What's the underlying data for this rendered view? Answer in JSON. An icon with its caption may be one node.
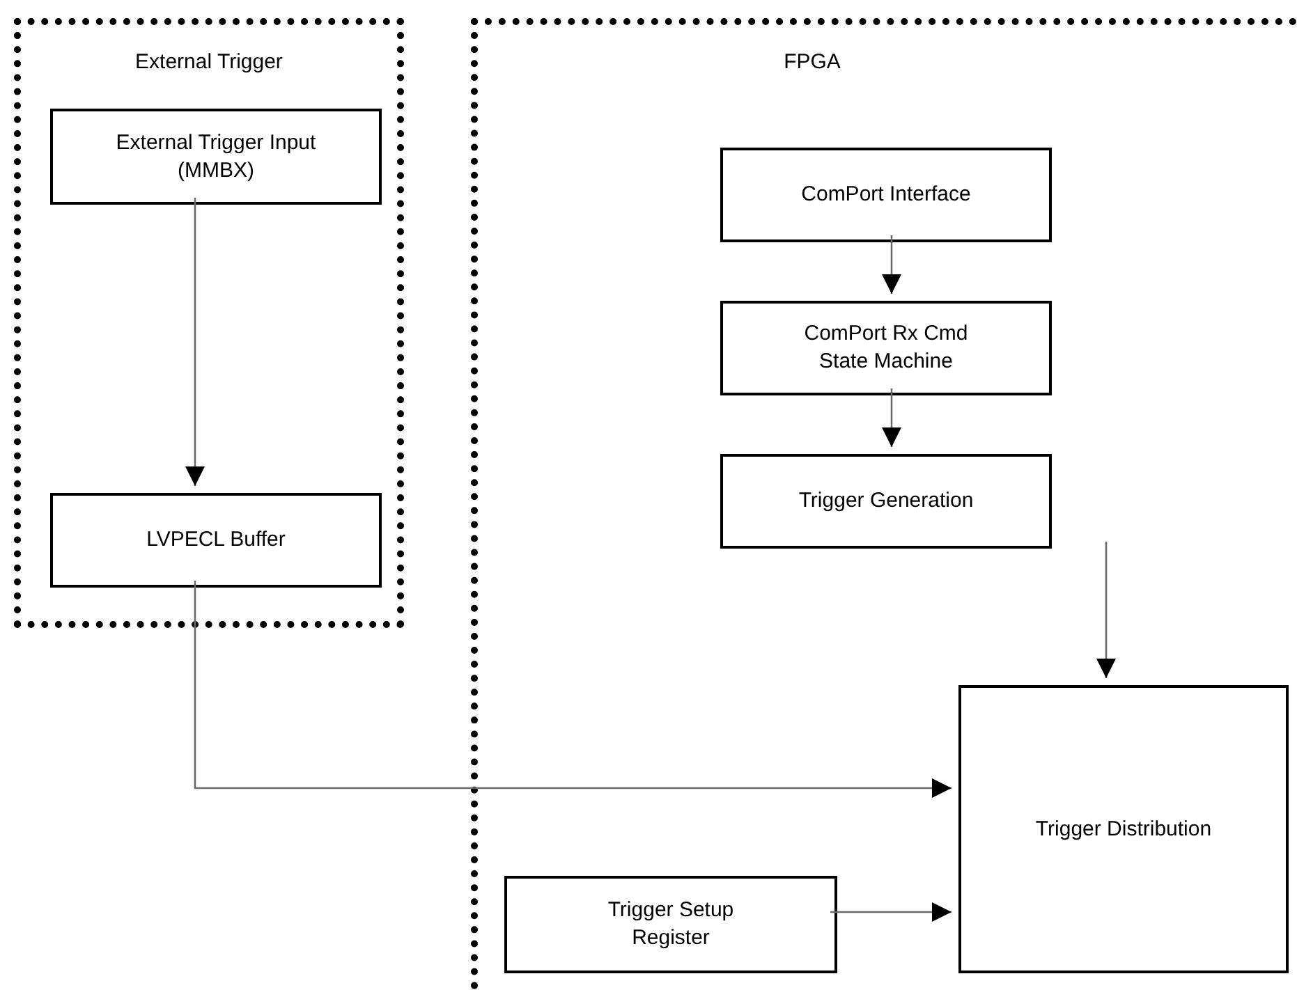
{
  "diagram": {
    "nodes": [
      {
        "text": [
          "External Trigger"
        ]
      },
      {
        "text": [
          "External Trigger Input (MMBX)"
        ],
        "in": 0
      },
      {
        "text": [
          "LVPECL Buffer"
        ],
        "in": 0
      },
      {
        "text": [
          "FPGA"
        ]
      },
      {
        "text": [
          "ComPort Interface"
        ],
        "in": 3
      },
      {
        "text": [
          "ComPort Rx Cmd State Machine"
        ],
        "in": 3
      },
      {
        "text": [
          "Trigger Generation"
        ],
        "in": 3
      },
      {
        "text": [
          "Trigger Distribution"
        ],
        "in": 3
      },
      {
        "text": [
          "Trigger Setup Register"
        ],
        "in": 3
      }
    ],
    "edges": [
      {
        "from": 1,
        "to": 2,
        "arrow": "to"
      },
      {
        "from": 2,
        "to": 7,
        "arrow": "to"
      },
      {
        "from": 4,
        "to": 5,
        "arrow": "to"
      },
      {
        "from": 5,
        "to": 6,
        "arrow": "to"
      },
      {
        "from": 6,
        "to": 7,
        "arrow": "to"
      },
      {
        "from": 8,
        "to": 7,
        "arrow": "to"
      }
    ]
  }
}
